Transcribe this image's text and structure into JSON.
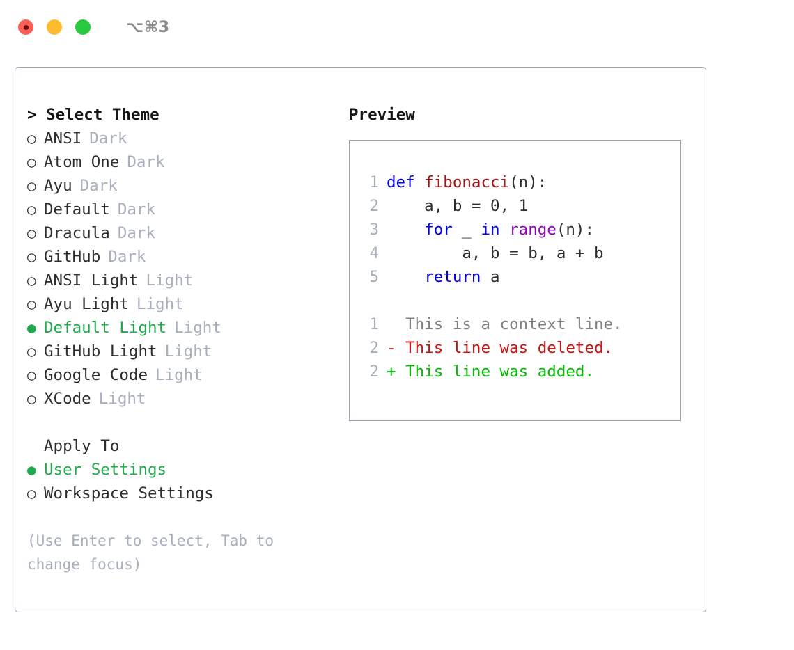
{
  "titlebar": {
    "shortcut": "⌥⌘3",
    "buttons": [
      {
        "name": "close",
        "color": "#fc5f57"
      },
      {
        "name": "minimize",
        "color": "#fdbc2e"
      },
      {
        "name": "maximize",
        "color": "#28c83f"
      }
    ]
  },
  "colors": {
    "accent_green": "#1faa4b",
    "border": "#9aa5b4",
    "muted": "#a8b0bd",
    "text": "#2e2e2e",
    "keyword": "#0000ee",
    "function": "#a01414",
    "builtin": "#9000c8",
    "diff_added": "#00bb00",
    "diff_deleted": "#cc1111",
    "diff_context": "#808080"
  },
  "theme_picker": {
    "header": "> Select Theme",
    "marker_selected": "●",
    "marker_unselected": "○",
    "items": [
      {
        "marker": "○",
        "label": "ANSI",
        "tag": "Dark",
        "selected": false
      },
      {
        "marker": "○",
        "label": "Atom One",
        "tag": "Dark",
        "selected": false
      },
      {
        "marker": "○",
        "label": "Ayu",
        "tag": "Dark",
        "selected": false
      },
      {
        "marker": "○",
        "label": "Default",
        "tag": "Dark",
        "selected": false
      },
      {
        "marker": "○",
        "label": "Dracula",
        "tag": "Dark",
        "selected": false
      },
      {
        "marker": "○",
        "label": "GitHub",
        "tag": "Dark",
        "selected": false
      },
      {
        "marker": "○",
        "label": "ANSI Light",
        "tag": "Light",
        "selected": false
      },
      {
        "marker": "○",
        "label": "Ayu Light",
        "tag": "Light",
        "selected": false
      },
      {
        "marker": "●",
        "label": "Default Light",
        "tag": "Light",
        "selected": true
      },
      {
        "marker": "○",
        "label": "GitHub Light",
        "tag": "Light",
        "selected": false
      },
      {
        "marker": "○",
        "label": "Google Code",
        "tag": "Light",
        "selected": false
      },
      {
        "marker": "○",
        "label": "XCode",
        "tag": "Light",
        "selected": false
      }
    ]
  },
  "apply_to": {
    "header": "Apply To",
    "items": [
      {
        "marker": "●",
        "label": "User Settings",
        "selected": true
      },
      {
        "marker": "○",
        "label": "Workspace Settings",
        "selected": false
      }
    ]
  },
  "hint": "(Use Enter to select, Tab to change focus)",
  "preview": {
    "title": "Preview",
    "code_lines": [
      {
        "number": "1",
        "tokens": [
          {
            "t": "def ",
            "k": "kw"
          },
          {
            "t": "fibonacci",
            "k": "fn"
          },
          {
            "t": "(n):",
            "k": "plain"
          }
        ]
      },
      {
        "number": "2",
        "tokens": [
          {
            "t": "    a, b = 0, 1",
            "k": "plain"
          }
        ]
      },
      {
        "number": "3",
        "tokens": [
          {
            "t": "    ",
            "k": "plain"
          },
          {
            "t": "for",
            "k": "kw"
          },
          {
            "t": " _ ",
            "k": "plain"
          },
          {
            "t": "in",
            "k": "kw"
          },
          {
            "t": " ",
            "k": "plain"
          },
          {
            "t": "range",
            "k": "bi"
          },
          {
            "t": "(n):",
            "k": "plain"
          }
        ]
      },
      {
        "number": "4",
        "tokens": [
          {
            "t": "        a, b = b, a + b",
            "k": "plain"
          }
        ]
      },
      {
        "number": "5",
        "tokens": [
          {
            "t": "    ",
            "k": "plain"
          },
          {
            "t": "return",
            "k": "kw"
          },
          {
            "t": " a",
            "k": "plain"
          }
        ]
      }
    ],
    "diff_lines": [
      {
        "number": "1",
        "kind": "context",
        "text": "  This is a context line."
      },
      {
        "number": "2",
        "kind": "deleted",
        "text": "- This line was deleted."
      },
      {
        "number": "2",
        "kind": "added",
        "text": "+ This line was added."
      }
    ]
  }
}
